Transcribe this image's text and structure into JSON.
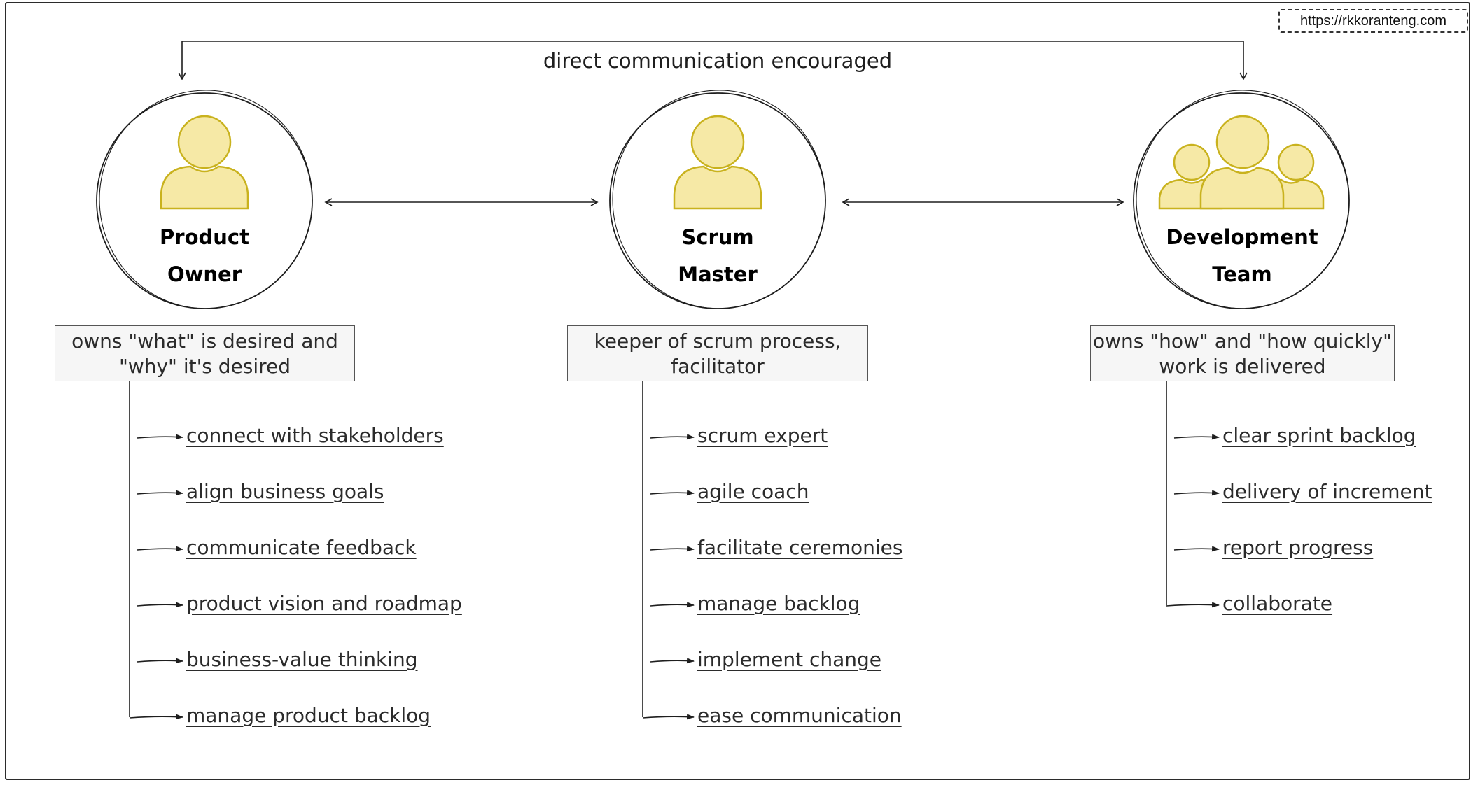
{
  "watermark_url": "https://rkkoranteng.com",
  "top_label": "direct communication encouraged",
  "colors": {
    "accent_fill": "#f6e9a6",
    "accent_stroke": "#c9b21e",
    "ink": "#1e1e1e"
  },
  "roles": [
    {
      "name_line1": "Product",
      "name_line2": "Owner",
      "icon": "user-icon",
      "desc_line1": "owns \"what\" is desired and",
      "desc_line2": "\"why\" it's desired",
      "tasks": [
        "connect with stakeholders",
        "align business goals",
        "communicate feedback",
        "product vision and roadmap",
        "business-value thinking",
        "manage product backlog"
      ]
    },
    {
      "name_line1": "Scrum",
      "name_line2": "Master",
      "icon": "user-icon",
      "desc_line1": "keeper of scrum process,",
      "desc_line2": "facilitator",
      "tasks": [
        "scrum expert",
        "agile coach",
        "facilitate ceremonies",
        "manage backlog",
        "implement change",
        "ease communication"
      ]
    },
    {
      "name_line1": "Development",
      "name_line2": "Team",
      "icon": "group-icon",
      "desc_line1": "owns \"how\" and \"how quickly\"",
      "desc_line2": "work is delivered",
      "tasks": [
        "clear sprint backlog",
        "delivery of increment",
        "report progress",
        "collaborate"
      ]
    }
  ]
}
